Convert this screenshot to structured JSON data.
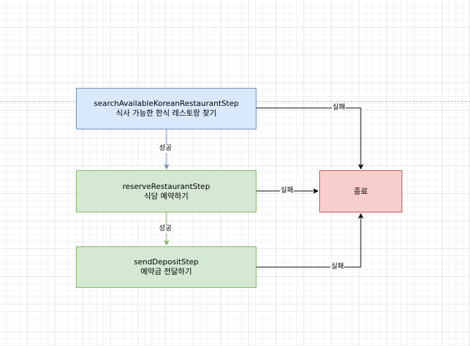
{
  "nodes": {
    "search": {
      "name": "searchAvailableKoreanRestaurantStep",
      "desc": "식사 가능한 한식 레스토랑 찾기"
    },
    "reserve": {
      "name": "reserveRestaurantStep",
      "desc": "식당 예약하기"
    },
    "send": {
      "name": "sendDepositStep",
      "desc": "예약금 전달하기"
    },
    "end": {
      "name": "종료"
    }
  },
  "edges": {
    "search_to_reserve": "성공",
    "reserve_to_send": "성공",
    "search_to_end": "실패",
    "reserve_to_end": "실패",
    "send_to_end": "실패"
  },
  "colors": {
    "blue_fill": "#dae8fc",
    "blue_stroke": "#6c8ebf",
    "green_fill": "#d5e8d4",
    "green_stroke": "#82b366",
    "red_fill": "#f8cecc",
    "red_stroke": "#b85450",
    "edge_black": "#000000"
  }
}
